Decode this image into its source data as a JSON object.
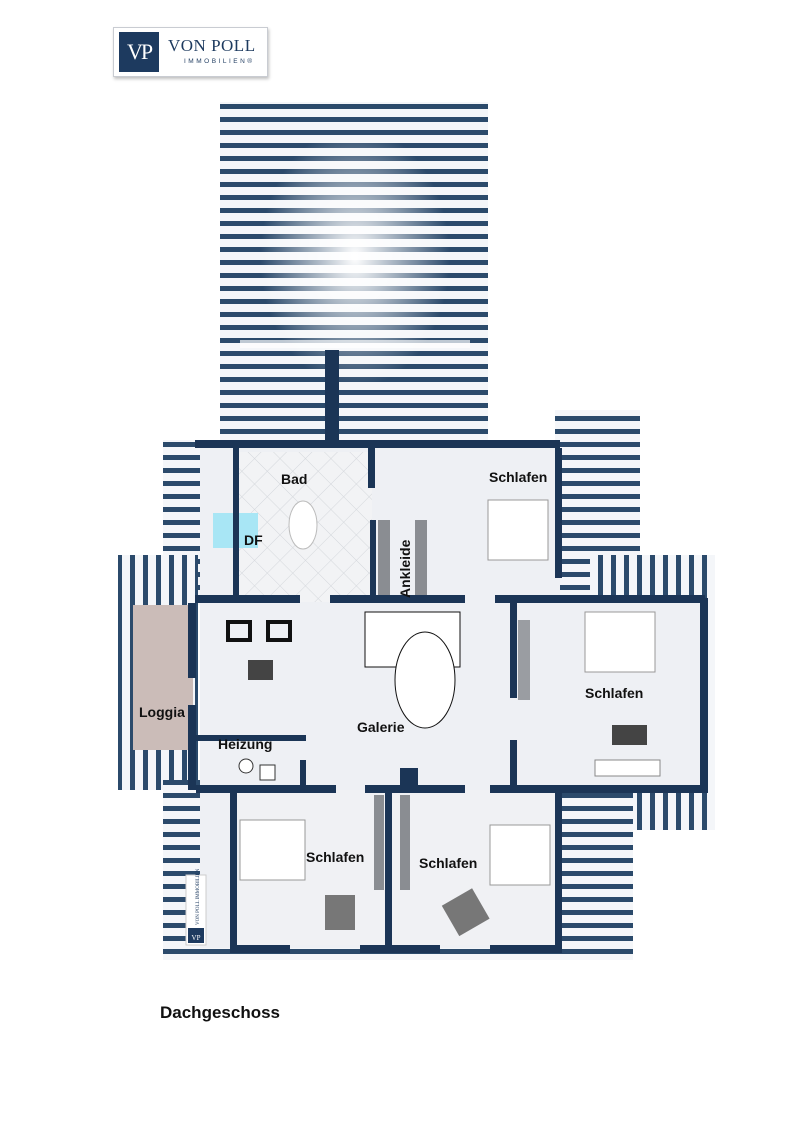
{
  "logo": {
    "initials": "VP",
    "name": "VON POLL",
    "subtitle": "IMMOBILIEN®"
  },
  "rooms": {
    "bad": "Bad",
    "df": "DF",
    "ankleide": "Ankleide",
    "schlafen_top": "Schlafen",
    "schlafen_right": "Schlafen",
    "galerie": "Galerie",
    "loggia": "Loggia",
    "heizung": "Heizung",
    "schlafen_bottom_left": "Schlafen",
    "schlafen_bottom_right": "Schlafen"
  },
  "watermark": {
    "initials": "VP",
    "text": "VON POLL IMMOBILIEN"
  },
  "caption": "Dachgeschoss",
  "colors": {
    "wall": "#1b3556",
    "roof_stripe": "#2b4a6b",
    "floor": "#eef0f4",
    "skylight": "#a8e6f5"
  }
}
